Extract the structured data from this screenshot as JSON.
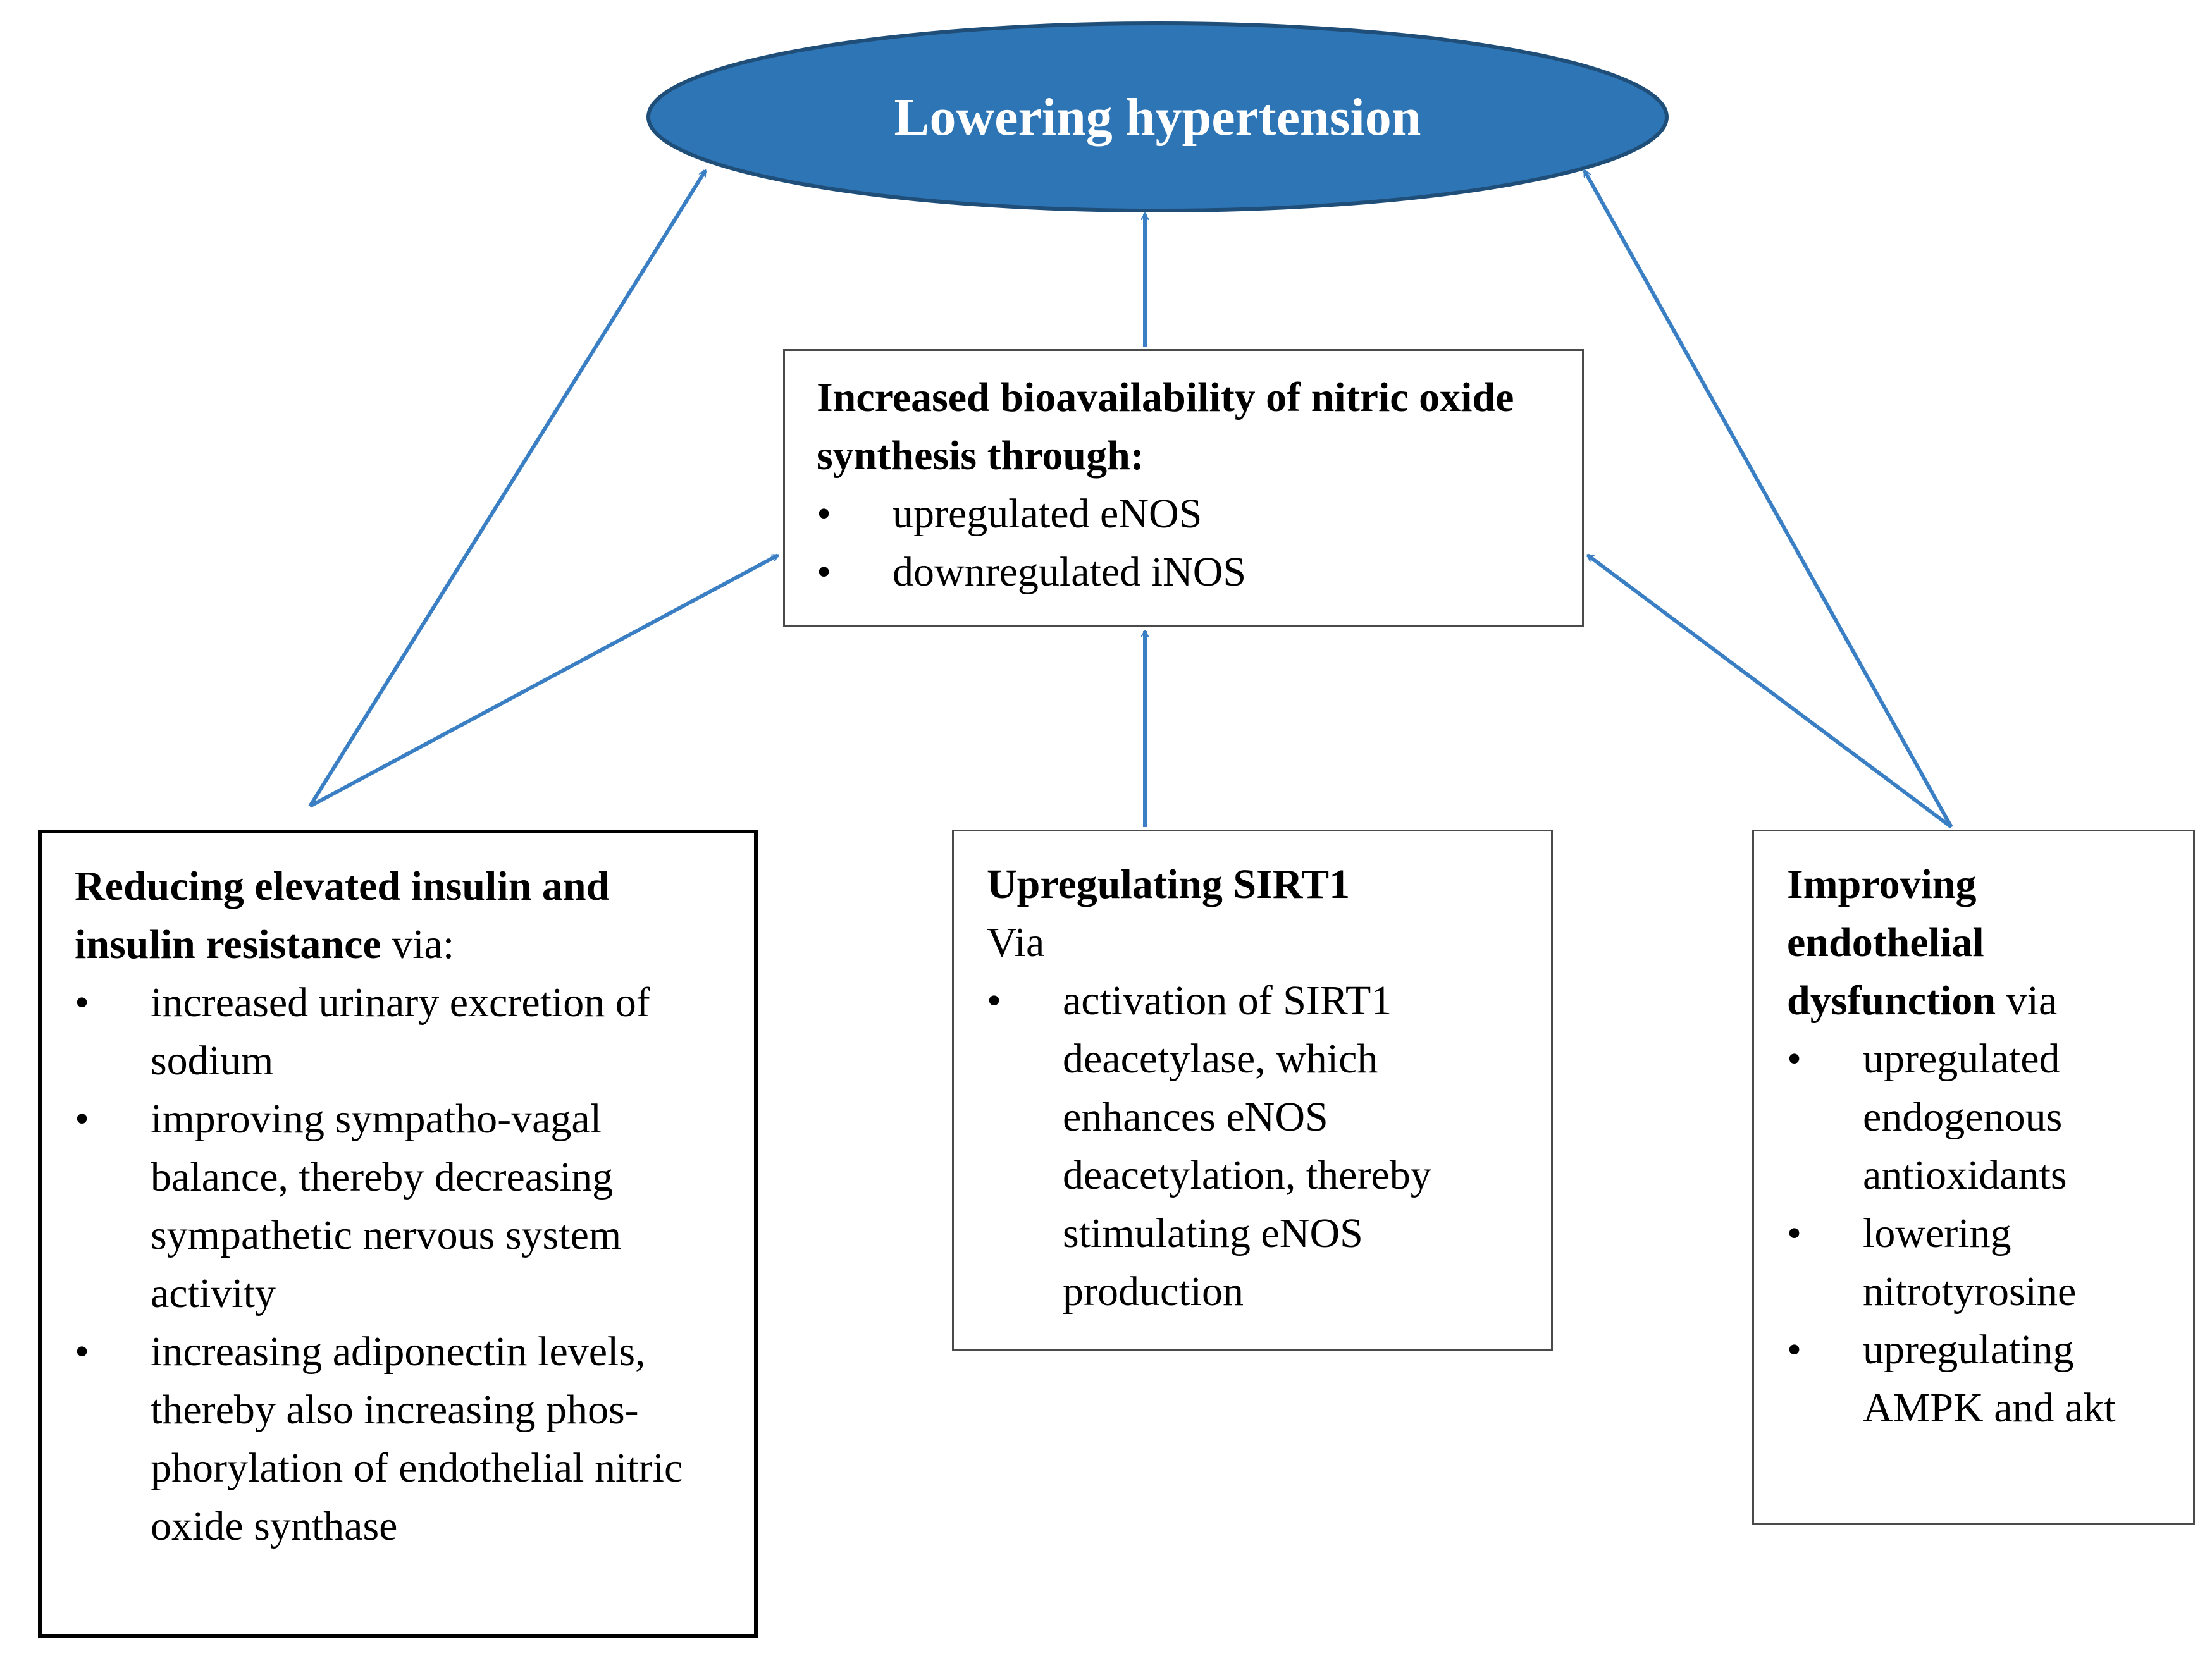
{
  "colors": {
    "ellipse_fill": "#2e75b6",
    "ellipse_stroke": "#1f4e79",
    "arrow": "#3a7fc4"
  },
  "top_node": {
    "label": "Lowering hypertension"
  },
  "center_box": {
    "title": "Increased bioavailability of nitric oxide synthesis through:",
    "items": [
      "upregulated eNOS",
      "downregulated iNOS"
    ]
  },
  "left_box": {
    "title": "Reducing elevated insulin and insulin resistance",
    "suffix": " via:",
    "items": [
      "increased urinary excretion of sodium",
      "improving sympatho-vagal balance, thereby decreasing sympathetic nervous system activity",
      "increasing adiponectin levels, thereby  also increasing phos-phorylation of endothelial nitric oxide synthase"
    ]
  },
  "middle_box": {
    "title": "Upregulating SIRT1",
    "suffix": "Via",
    "items": [
      "activation of SIRT1 deacetylase, which enhances eNOS deacetylation, thereby stimulating eNOS production"
    ]
  },
  "right_box": {
    "title": "Improving endothelial dysfunction",
    "suffix": " via",
    "items": [
      "upregulated endogenous antioxidants",
      "lowering nitrotyrosine",
      "upregulating AMPK and akt"
    ]
  }
}
